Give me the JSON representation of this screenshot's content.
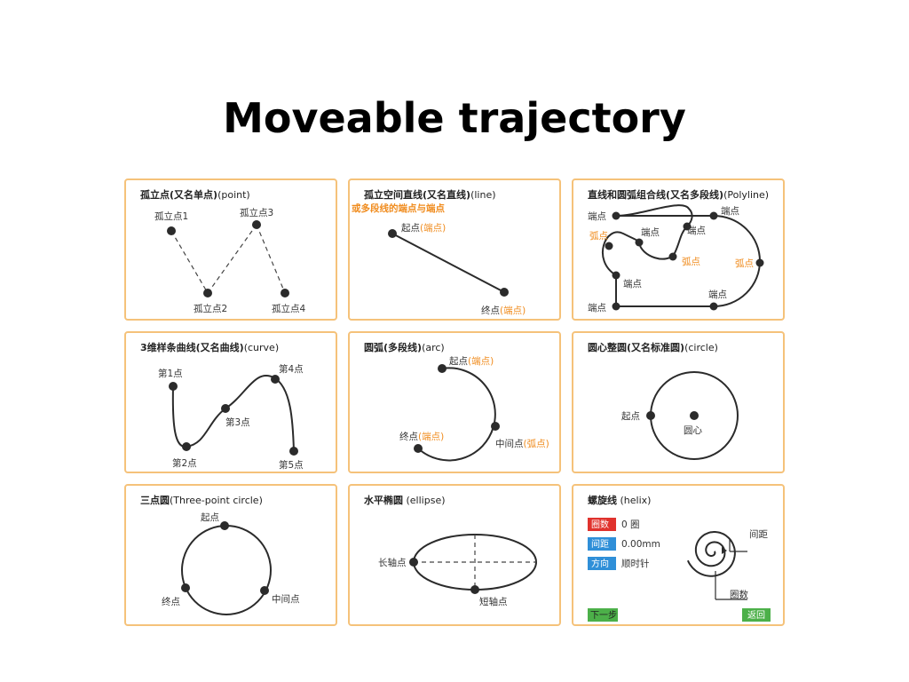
{
  "title": "Moveable trajectory",
  "panels": {
    "point": {
      "title_cn": "孤立点(又名单点)",
      "title_en": "(point)",
      "labels": [
        "孤立点1",
        "孤立点2",
        "孤立点3",
        "孤立点4"
      ]
    },
    "line": {
      "title_cn": "孤立空间直线(又名直线)",
      "title_en": "(line)",
      "subtitle": "或多段线的端点与端点",
      "start": "起点",
      "start_tag": "(端点)",
      "end": "终点",
      "end_tag": "(端点)"
    },
    "polyline": {
      "title_cn": "直线和圆弧组合线(又名多段线)",
      "title_en": "(Polyline)",
      "endpoint": "端点",
      "arc_point": "弧点"
    },
    "curve": {
      "title_cn": "3维样条曲线(又名曲线)",
      "title_en": "(curve)",
      "labels": [
        "第1点",
        "第2点",
        "第3点",
        "第4点",
        "第5点"
      ]
    },
    "arc": {
      "title_cn": "圆弧(多段线)",
      "title_en": "(arc)",
      "start": "起点",
      "start_tag": "(端点)",
      "mid": "中间点",
      "mid_tag": "(弧点)",
      "end": "终点",
      "end_tag": "(端点)"
    },
    "circle": {
      "title_cn": "圆心整圆(又名标准圆)",
      "title_en": "(circle)",
      "start": "起点",
      "center": "圆心"
    },
    "three_point": {
      "title_cn": "三点圆",
      "title_en": "(Three-point circle)",
      "start": "起点",
      "mid": "中间点",
      "end": "终点"
    },
    "ellipse": {
      "title_cn": "水平椭圆",
      "title_en": " (ellipse)",
      "long_axis": "长轴点",
      "short_axis": "短轴点"
    },
    "helix": {
      "title_cn": "螺旋线",
      "title_en": " (helix)",
      "params": [
        {
          "tag": "圈数",
          "value": "0 圈",
          "color": "#e0322d"
        },
        {
          "tag": "间距",
          "value": "0.00mm",
          "color": "#2f8fd8"
        },
        {
          "tag": "方向",
          "value": "顺时针",
          "color": "#2f8fd8"
        }
      ],
      "pitch_label": "间距",
      "turns_label": "圈数",
      "next_label": "下一步",
      "back_label": "返回",
      "button_color": "#4cb049"
    }
  }
}
